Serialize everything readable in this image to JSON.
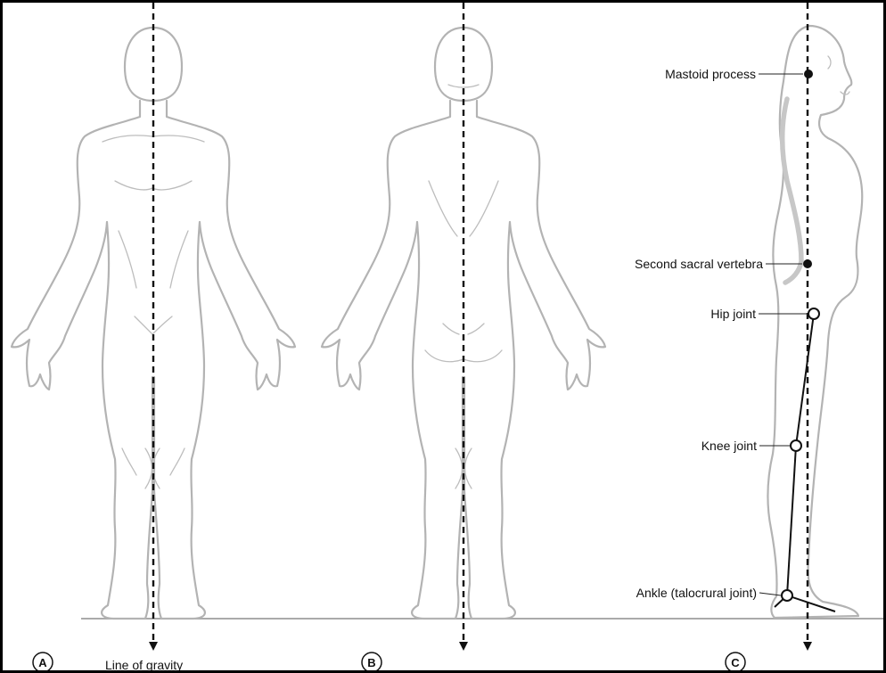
{
  "colors": {
    "figure_outline": "#b3b3b3",
    "spine": "#c7c7c7",
    "gravity_line": "#111111",
    "text": "#111111"
  },
  "panels": [
    {
      "id": "A",
      "label": "A",
      "view": "anterior"
    },
    {
      "id": "B",
      "label": "B",
      "view": "posterior"
    },
    {
      "id": "C",
      "label": "C",
      "view": "lateral"
    }
  ],
  "gravity_label": "Line of gravity",
  "landmarks": [
    {
      "label": "Mastoid process",
      "marker": "filled-dot"
    },
    {
      "label": "Second sacral vertebra",
      "marker": "filled-dot"
    },
    {
      "label": "Hip joint",
      "marker": "open-circle"
    },
    {
      "label": "Knee joint",
      "marker": "open-circle"
    },
    {
      "label": "Ankle (talocrural joint)",
      "marker": "open-circle"
    }
  ],
  "icons": [
    "arrow-down-icon"
  ]
}
